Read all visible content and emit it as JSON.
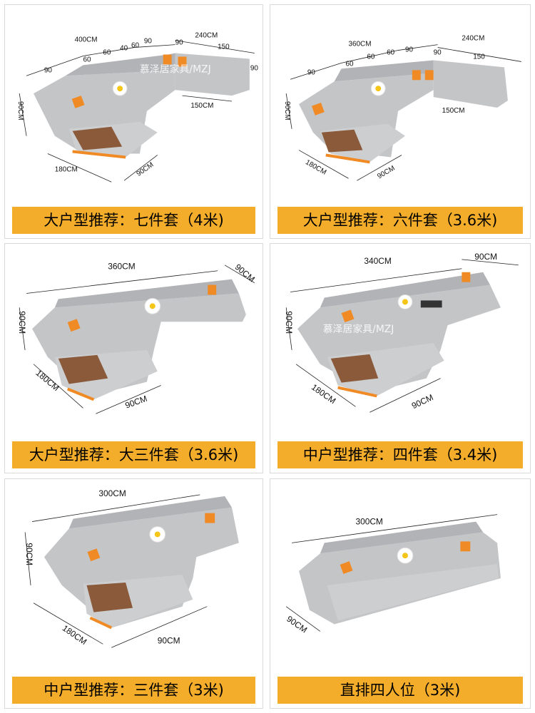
{
  "watermark": "慕泽居家具/MZJ",
  "colors": {
    "caption_bg": "#f4ad2b",
    "sofa": "#bfc0c2",
    "sofa_dark": "#9c9ea1",
    "pillow": "#f08a24",
    "table": "#8a5a3a"
  },
  "panels": [
    {
      "caption": "大户型推荐：七件套（4米)",
      "dims": [
        "400CM",
        "240CM",
        "90",
        "60",
        "60",
        "40",
        "60",
        "90",
        "90",
        "150",
        "90",
        "150CM",
        "90CM",
        "180CM",
        "90CM"
      ]
    },
    {
      "caption": "大户型推荐：六件套（3.6米)",
      "dims": [
        "360CM",
        "240CM",
        "90",
        "60",
        "60",
        "60",
        "90",
        "90",
        "150",
        "150CM",
        "90CM",
        "180CM",
        "90CM"
      ]
    },
    {
      "caption": "大户型推荐：大三件套（3.6米)",
      "dims": [
        "360CM",
        "90CM",
        "90CM",
        "180CM",
        "90CM"
      ]
    },
    {
      "caption": "中户型推荐：四件套（3.4米)",
      "dims": [
        "340CM",
        "90CM",
        "90CM",
        "180CM",
        "90CM"
      ]
    },
    {
      "caption": "中户型推荐：三件套（3米)",
      "dims": [
        "300CM",
        "90CM",
        "180CM",
        "90CM"
      ]
    },
    {
      "caption": "直排四人位（3米)",
      "dims": [
        "300CM",
        "90CM"
      ]
    }
  ]
}
